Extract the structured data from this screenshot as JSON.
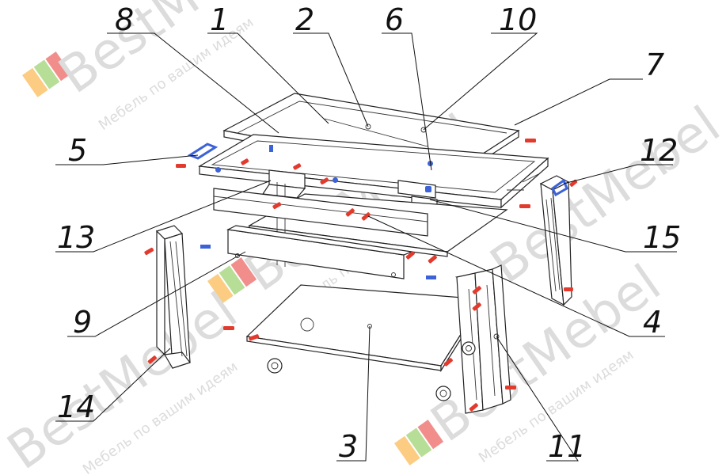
{
  "diagram": {
    "type": "exploded-assembly",
    "watermark": {
      "brand_text": "BestMebel",
      "slogan_text": "Мебель по вашим идеям",
      "logo_colors": [
        "#f7a21b",
        "#7cc242",
        "#e5322d"
      ]
    },
    "callouts": [
      {
        "id": "8",
        "label": "8"
      },
      {
        "id": "1",
        "label": "1"
      },
      {
        "id": "2",
        "label": "2"
      },
      {
        "id": "6",
        "label": "6"
      },
      {
        "id": "10",
        "label": "10"
      },
      {
        "id": "7",
        "label": "7"
      },
      {
        "id": "5",
        "label": "5"
      },
      {
        "id": "12",
        "label": "12"
      },
      {
        "id": "13",
        "label": "13"
      },
      {
        "id": "15",
        "label": "15"
      },
      {
        "id": "9",
        "label": "9"
      },
      {
        "id": "4",
        "label": "4"
      },
      {
        "id": "14",
        "label": "14"
      },
      {
        "id": "3",
        "label": "3"
      },
      {
        "id": "11",
        "label": "11"
      }
    ],
    "fastener_colors": {
      "dowel": "#e23b2e",
      "bracket": "#3c62d8"
    }
  }
}
